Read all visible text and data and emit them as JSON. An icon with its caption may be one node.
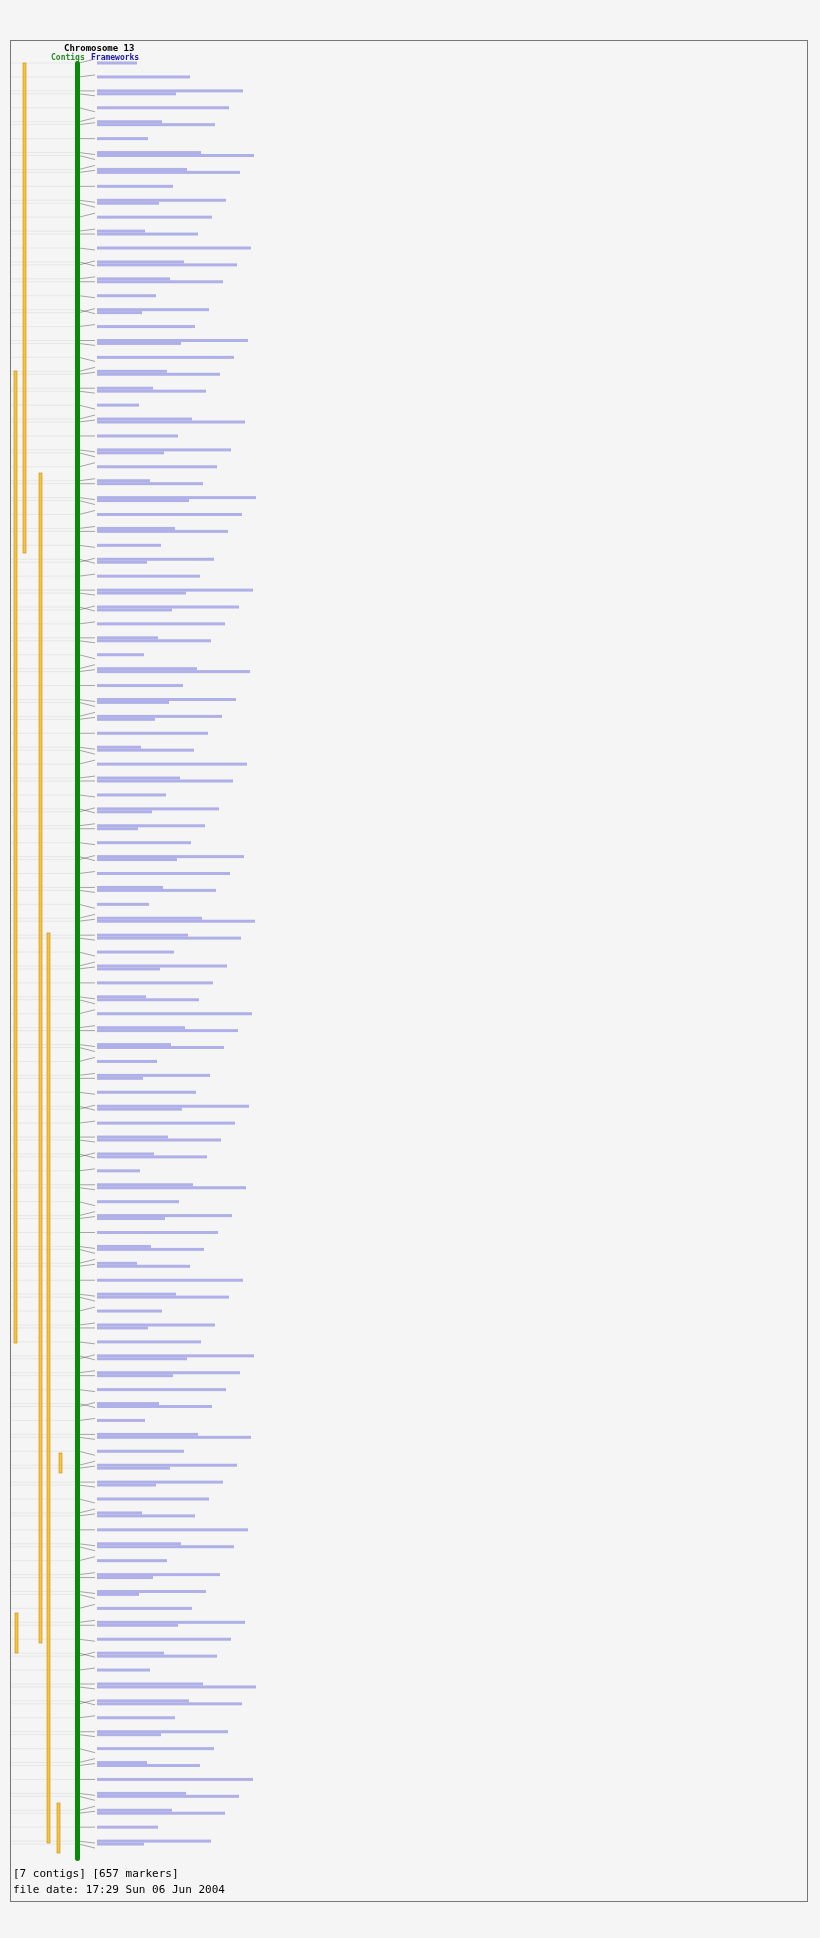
{
  "diagram": {
    "title": "Chromosome 13",
    "labels": [
      "Contigs",
      "Frameworks",
      "[7 contigs] [657 markers]",
      "file date: 17:29 Sun 06 Jun 2004"
    ]
  }
}
